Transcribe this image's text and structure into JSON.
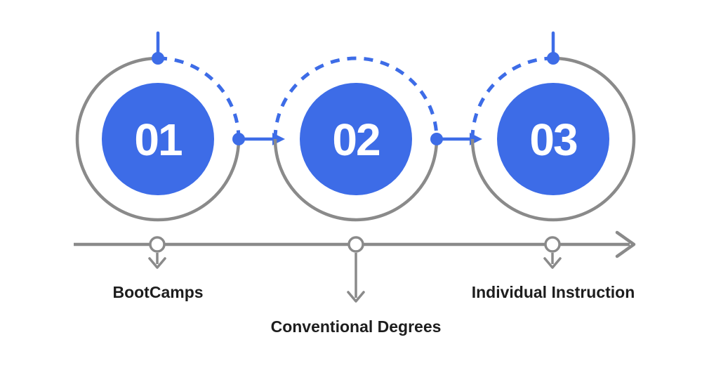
{
  "colors": {
    "background": "#ffffff",
    "blue": "#3D6CE7",
    "gray": "#8A8A8A",
    "text": "#1D1D1D",
    "number_text": "#ffffff"
  },
  "steps": [
    {
      "number": "01",
      "label": "BootCamps"
    },
    {
      "number": "02",
      "label": "Conventional Degrees"
    },
    {
      "number": "03",
      "label": "Individual Instruction"
    }
  ]
}
